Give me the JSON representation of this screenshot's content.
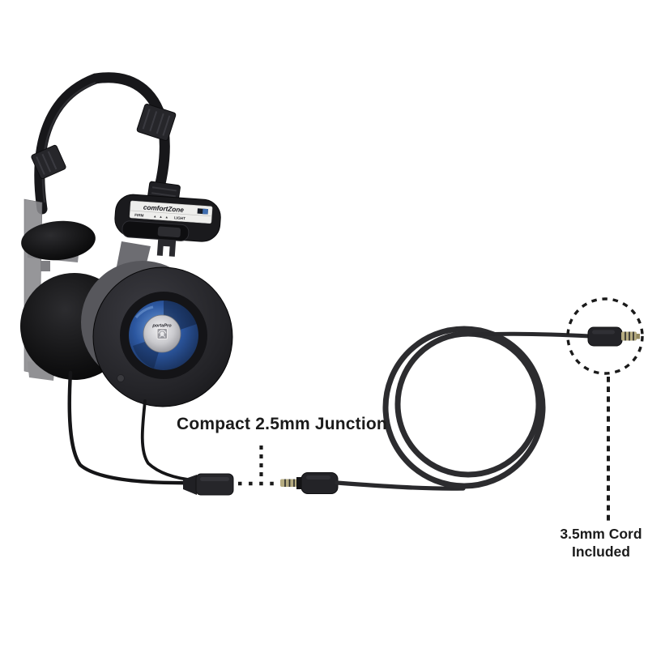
{
  "page": {
    "type": "annotated-product-image",
    "product": "on-ear headphones with detachable cord",
    "background_color": "#ffffff"
  },
  "annotations": {
    "junction_label": "Compact 2.5mm Junction",
    "cord_label": {
      "line1": "3.5mm Cord",
      "line2": "Included"
    }
  },
  "headphones": {
    "headband_module": {
      "brand_label": "comfortZone",
      "scale": {
        "left": "FIRM",
        "arrows": "▲ ▲ ▲",
        "right": "LIGHT"
      }
    },
    "earcup": {
      "brand_label": "portaPro"
    }
  },
  "colors": {
    "background": "#ffffff",
    "annotation_text": "#1b1b1b",
    "dashed_line": "#1a1a1a",
    "cable_black": "#29292c",
    "connector_body": "#232327",
    "plug_tip_gold": "#b5ab80",
    "driver_blue": "#2c57a0",
    "silver_cap": "#c9c9cd",
    "pad_black": "#0a0a0b",
    "frame_gray": "#88888c"
  }
}
